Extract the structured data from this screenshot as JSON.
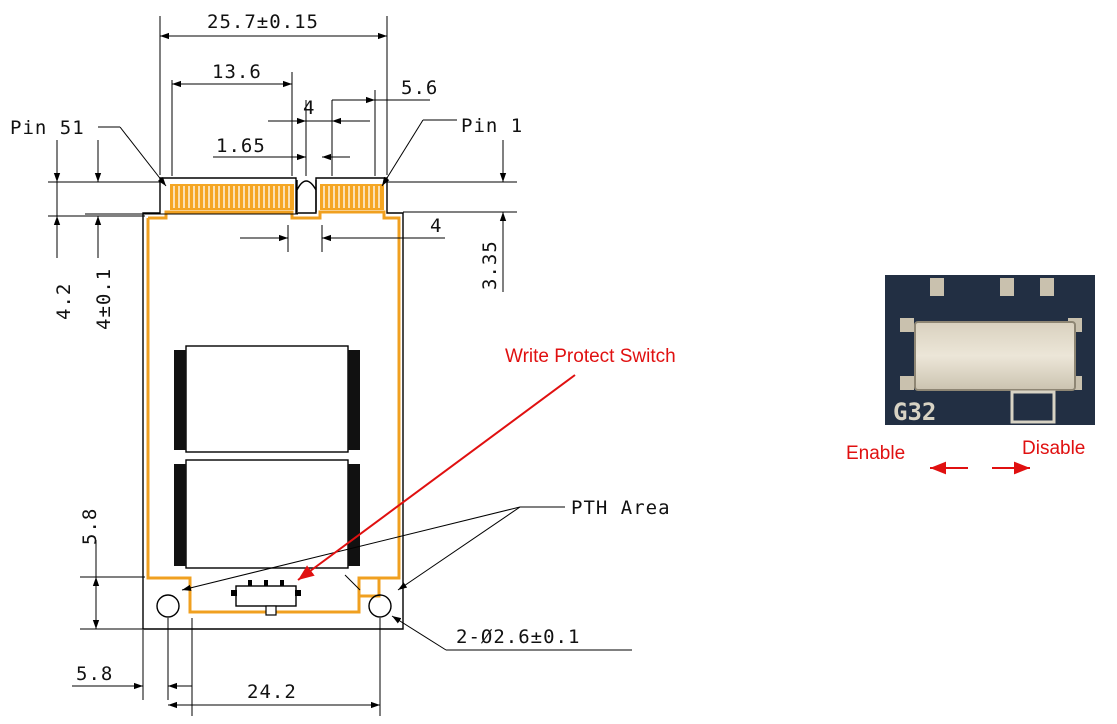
{
  "dimensions": {
    "overall_width": "25.7±0.15",
    "key_offset": "13.6",
    "right_offset": "5.6",
    "key_width": "4",
    "key_slot": "1.65",
    "bottom_key": "4",
    "left_h1": "4.2",
    "left_h2": "4±0.1",
    "right_h": "3.35",
    "hole_height": "5.8",
    "hole_offset": "5.8",
    "hole_spacing": "24.2",
    "hole_diameter": "2-Ø2.6±0.1"
  },
  "labels": {
    "pin_left": "Pin 51",
    "pin_right": "Pin 1",
    "pth": "PTH Area",
    "wp_switch": "Write Protect Switch",
    "enable": "Enable",
    "disable": "Disable",
    "silk": "G32"
  },
  "colors": {
    "board_outline": "#f0a020",
    "annotation": "#e01010",
    "chip": "#111111",
    "photo_pcb": "#1e2a3c"
  }
}
